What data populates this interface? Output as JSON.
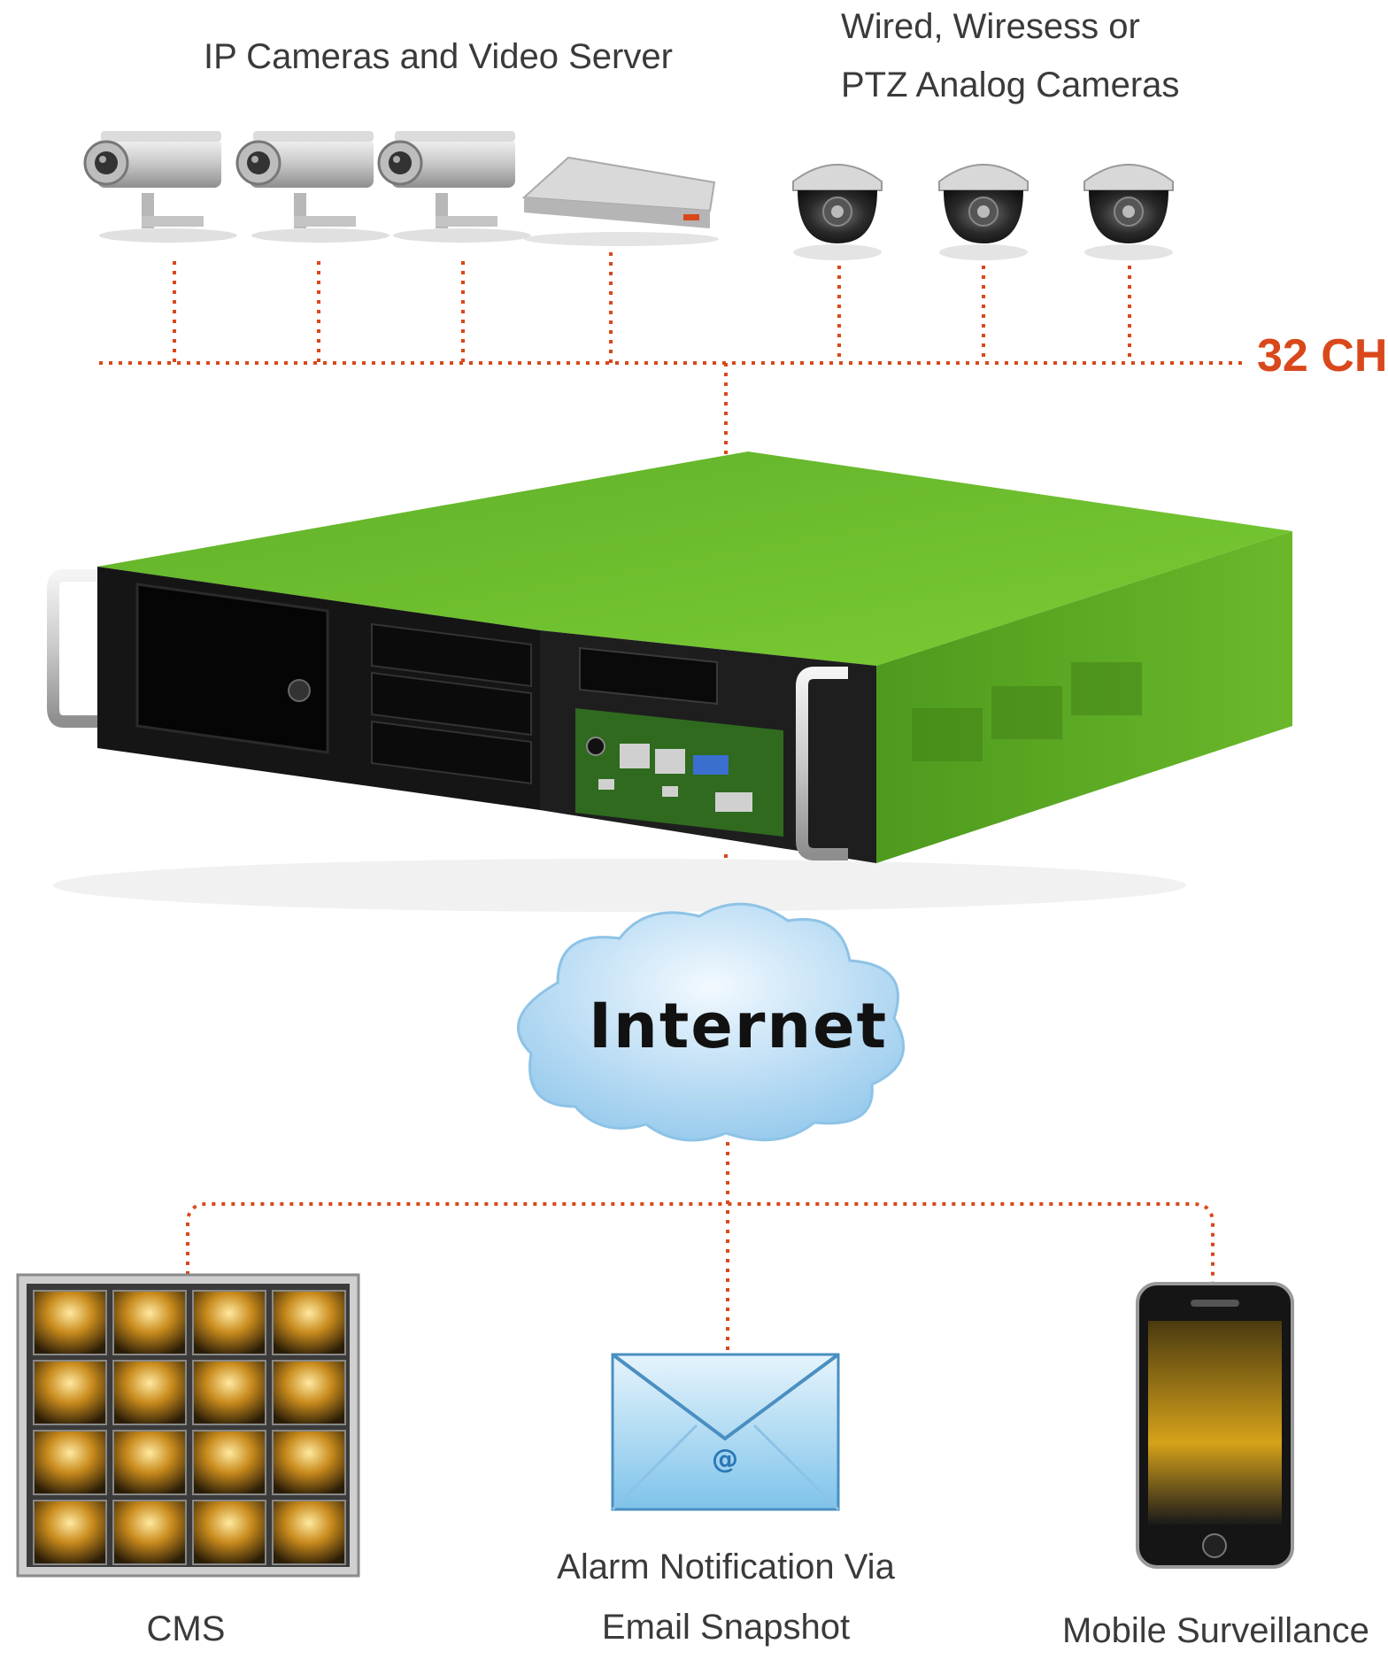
{
  "labels": {
    "ip_cameras": "IP Cameras and Video Server",
    "analog_line1": "Wired, Wiresess or",
    "analog_line2": "PTZ Analog Cameras",
    "channels": "32 CH",
    "internet": "Internet",
    "cms": "CMS",
    "email_line1": "Alarm Notification Via",
    "email_line2": "Email Snapshot",
    "mobile": "Mobile Surveillance"
  },
  "icons": {
    "bullet_cameras": [
      "bullet-camera-icon",
      "bullet-camera-icon",
      "bullet-camera-icon"
    ],
    "video_server": "video-server-icon",
    "dome_cameras": [
      "dome-camera-icon",
      "dome-camera-icon",
      "dome-camera-icon"
    ],
    "nvr": "rackmount-nvr-icon",
    "cloud": "cloud-icon",
    "cms_monitor": "cms-monitor-icon",
    "email": "email-envelope-icon",
    "phone": "smartphone-icon"
  },
  "colors": {
    "connector": "#d9481b",
    "chassis_green": "#6fbf2a",
    "cloud_blue": "#a9d4ef",
    "label_text": "#3a3a3a"
  }
}
